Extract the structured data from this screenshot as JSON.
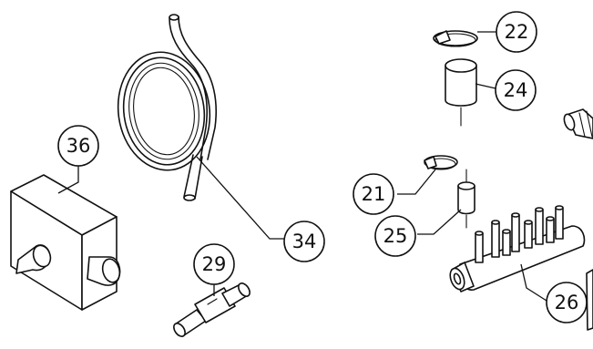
{
  "callouts": {
    "c36": "36",
    "c34": "34",
    "c29": "29",
    "c22": "22",
    "c24": "24",
    "c21": "21",
    "c25": "25",
    "c26": "26"
  }
}
